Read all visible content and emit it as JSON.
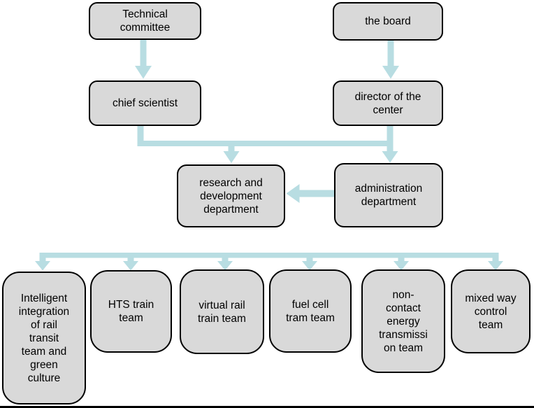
{
  "diagram": {
    "type": "organization-flow-chart",
    "nodes": {
      "technical_committee": {
        "label": "Technical\ncommittee"
      },
      "the_board": {
        "label": "the board"
      },
      "chief_scientist": {
        "label": "chief scientist"
      },
      "director_of_the_center": {
        "label": "director of the\ncenter"
      },
      "research_and_development_department": {
        "label": "research and\ndevelopment\ndepartment"
      },
      "administration_department": {
        "label": "administration\ndepartment"
      },
      "team_intelligent_integration": {
        "label": "Intelligent\nintegration\nof rail\ntransit\nteam and\ngreen\nculture"
      },
      "team_hts_train": {
        "label": "HTS train\nteam"
      },
      "team_virtual_rail": {
        "label": "virtual rail\ntrain team"
      },
      "team_fuel_cell": {
        "label": "fuel cell\ntram team"
      },
      "team_non_contact": {
        "label": "non-\ncontact\nenergy\ntransmissi\non team"
      },
      "team_mixed_way": {
        "label": "mixed way\ncontrol\nteam"
      }
    },
    "edges": [
      {
        "from": "Technical committee",
        "to": "chief scientist",
        "style": "block-arrow-down"
      },
      {
        "from": "the board",
        "to": "director of the center",
        "style": "block-arrow-down"
      },
      {
        "from": "chief scientist",
        "to": "research and development department",
        "style": "elbow-arrow-down"
      },
      {
        "from": "director of the center",
        "to": "administration department",
        "style": "elbow-arrow-down"
      },
      {
        "from": "administration department",
        "to": "research and development department",
        "style": "block-arrow-left"
      },
      {
        "from": "branch bar",
        "to": "Intelligent integration of rail transit team and green culture",
        "style": "block-arrow-down"
      },
      {
        "from": "branch bar",
        "to": "HTS train team",
        "style": "block-arrow-down"
      },
      {
        "from": "branch bar",
        "to": "virtual rail train team",
        "style": "block-arrow-down"
      },
      {
        "from": "branch bar",
        "to": "fuel cell tram team",
        "style": "block-arrow-down"
      },
      {
        "from": "branch bar",
        "to": "non-contact energy transmission team",
        "style": "block-arrow-down"
      },
      {
        "from": "branch bar",
        "to": "mixed way control team",
        "style": "block-arrow-down"
      }
    ],
    "colors": {
      "node_fill": "#d9d9d9",
      "node_border": "#000000",
      "arrow_fill": "#b8dde2",
      "text": "#000000",
      "background": "#ffffff",
      "bottom_rule": "#000000"
    }
  }
}
